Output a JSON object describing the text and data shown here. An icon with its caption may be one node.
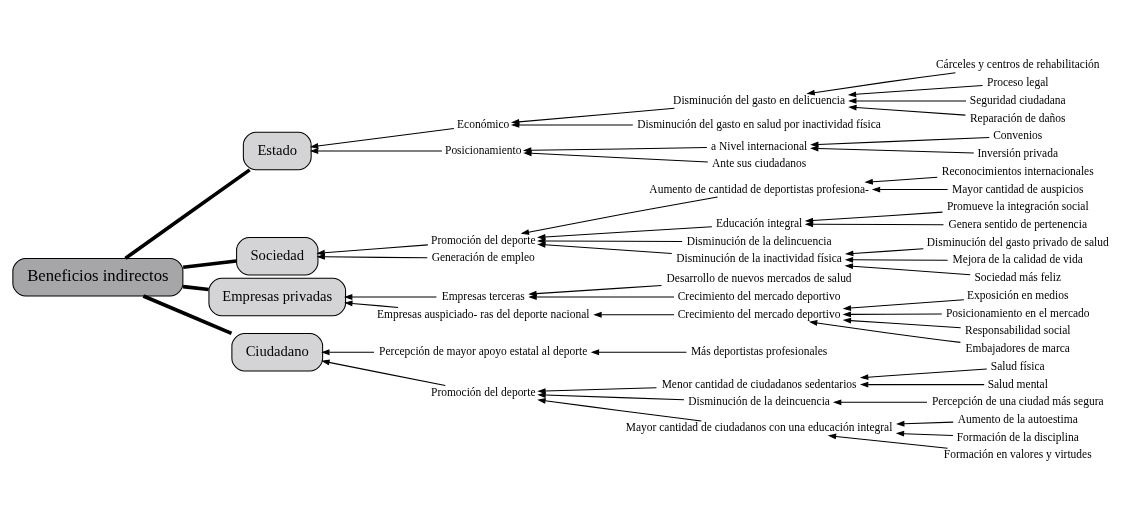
{
  "diagram": {
    "nodes": [
      {
        "text": [
          "Beneficios indirectos"
        ]
      },
      {
        "text": [
          "Estado"
        ]
      },
      {
        "text": [
          "Disminución del gasto en delicuencia"
        ]
      },
      {
        "text": [
          "Cárceles y centros de rehabilitación"
        ]
      },
      {
        "text": [
          "Proceso legal"
        ]
      },
      {
        "text": [
          "Seguridad ciudadana"
        ]
      },
      {
        "text": [
          "Reparación de daños"
        ]
      },
      {
        "text": [
          "Económico"
        ]
      },
      {
        "text": [
          "a Nivel internacional"
        ]
      },
      {
        "text": [
          "Disminución del gasto en salud por inactividad física"
        ]
      },
      {
        "text": [
          "Convenios"
        ]
      },
      {
        "text": [
          "Inversión privada"
        ]
      },
      {
        "text": [
          "Posicionamiento"
        ]
      },
      {
        "text": [
          "Ante sus ciudadanos"
        ]
      },
      {
        "text": [
          "Sociedad"
        ]
      },
      {
        "text": [
          "Aumento de cantidad de deportistas profesiona-"
        ]
      },
      {
        "text": [
          "Reconocimientos internacionales"
        ]
      },
      {
        "text": [
          "Mayor cantidad de auspicios"
        ]
      },
      {
        "text": [
          "Educación integral"
        ]
      },
      {
        "text": [
          "Promueve la integración social"
        ]
      },
      {
        "text": [
          "Genera sentido de pertenencia"
        ]
      },
      {
        "text": [
          "Promoción del deporte"
        ]
      },
      {
        "text": [
          "Disminución de la delincuencia"
        ]
      },
      {
        "text": [
          "Disminución del gasto privado de salud"
        ]
      },
      {
        "text": [
          "Mejora de la calidad de vida"
        ]
      },
      {
        "text": [
          "Sociedad más feliz"
        ]
      },
      {
        "text": [
          "Disminución de la inactividad física"
        ]
      },
      {
        "text": [
          "Generación de empleo"
        ]
      },
      {
        "text": [
          "Desarrollo de nuevos mercados de salud"
        ]
      },
      {
        "text": [
          "Empresas terceras"
        ]
      },
      {
        "text": [
          "Crecimiento del mercado deportivo"
        ]
      },
      {
        "text": [
          "Empresas auspiciado- ras del deporte nacional"
        ]
      },
      {
        "text": [
          "Exposición en medios"
        ]
      },
      {
        "text": [
          "Posicionamiento en el mercado"
        ]
      },
      {
        "text": [
          "Responsabilidad social"
        ]
      },
      {
        "text": [
          "Embajadores de marca"
        ]
      },
      {
        "text": [
          "Crecimiento del mercado deportivo"
        ]
      },
      {
        "text": [
          "Empresas privadas"
        ]
      },
      {
        "text": [
          "Percepción de mayor apoyo estatal al deporte"
        ]
      },
      {
        "text": [
          "Más deportistas profesionales"
        ]
      },
      {
        "text": [
          "Menor cantidad de ciudadanos sedentarios"
        ]
      },
      {
        "text": [
          "Salud física"
        ]
      },
      {
        "text": [
          "Salud mental"
        ]
      },
      {
        "text": [
          "Disminución de la deincuencia"
        ]
      },
      {
        "text": [
          "Percepción de una ciudad más segura"
        ]
      },
      {
        "text": [
          "Promoción del deporte"
        ]
      },
      {
        "text": [
          "Aumento de la autoestima"
        ]
      },
      {
        "text": [
          "Formación de la disciplina"
        ]
      },
      {
        "text": [
          "Formación en valores y virtudes"
        ]
      },
      {
        "text": [
          "Mayor cantidad de ciudadanos con una educación integral"
        ]
      },
      {
        "text": [
          "Ciudadano"
        ]
      }
    ],
    "edges": [
      {
        "from": 1,
        "to": 0,
        "arrow": "none",
        "style": "thick"
      },
      {
        "from": 7,
        "to": 1,
        "arrow": "to"
      },
      {
        "from": 2,
        "to": 7,
        "arrow": "to"
      },
      {
        "from": 3,
        "to": 2,
        "arrow": "to"
      },
      {
        "from": 4,
        "to": 2,
        "arrow": "to"
      },
      {
        "from": 5,
        "to": 2,
        "arrow": "to"
      },
      {
        "from": 6,
        "to": 2,
        "arrow": "to"
      },
      {
        "from": 9,
        "to": 7,
        "arrow": "to"
      },
      {
        "from": 12,
        "to": 1,
        "arrow": "to"
      },
      {
        "from": 8,
        "to": 12,
        "arrow": "to"
      },
      {
        "from": 10,
        "to": 8,
        "arrow": "to"
      },
      {
        "from": 11,
        "to": 8,
        "arrow": "to"
      },
      {
        "from": 13,
        "to": 12,
        "arrow": "to"
      },
      {
        "from": 14,
        "to": 0,
        "arrow": "none",
        "style": "thick"
      },
      {
        "from": 21,
        "to": 14,
        "arrow": "to"
      },
      {
        "from": 15,
        "to": 21,
        "arrow": "to"
      },
      {
        "from": 16,
        "to": 15,
        "arrow": "to"
      },
      {
        "from": 17,
        "to": 15,
        "arrow": "to"
      },
      {
        "from": 18,
        "to": 21,
        "arrow": "to"
      },
      {
        "from": 19,
        "to": 18,
        "arrow": "to"
      },
      {
        "from": 20,
        "to": 18,
        "arrow": "to"
      },
      {
        "from": 22,
        "to": 21,
        "arrow": "to"
      },
      {
        "from": 26,
        "to": 21,
        "arrow": "to"
      },
      {
        "from": 23,
        "to": 26,
        "arrow": "to"
      },
      {
        "from": 24,
        "to": 26,
        "arrow": "to"
      },
      {
        "from": 25,
        "to": 26,
        "arrow": "to"
      },
      {
        "from": 27,
        "to": 14,
        "arrow": "to"
      },
      {
        "from": 37,
        "to": 0,
        "arrow": "none",
        "style": "thick"
      },
      {
        "from": 29,
        "to": 37,
        "arrow": "to"
      },
      {
        "from": 28,
        "to": 29,
        "arrow": "to"
      },
      {
        "from": 30,
        "to": 29,
        "arrow": "to"
      },
      {
        "from": 31,
        "to": 37,
        "arrow": "to"
      },
      {
        "from": 36,
        "to": 31,
        "arrow": "to"
      },
      {
        "from": 32,
        "to": 36,
        "arrow": "to"
      },
      {
        "from": 33,
        "to": 36,
        "arrow": "to"
      },
      {
        "from": 34,
        "to": 36,
        "arrow": "to"
      },
      {
        "from": 35,
        "to": 36,
        "arrow": "to"
      },
      {
        "from": 50,
        "to": 0,
        "arrow": "none",
        "style": "thick"
      },
      {
        "from": 38,
        "to": 50,
        "arrow": "to"
      },
      {
        "from": 39,
        "to": 38,
        "arrow": "to"
      },
      {
        "from": 45,
        "to": 50,
        "arrow": "to"
      },
      {
        "from": 40,
        "to": 45,
        "arrow": "to"
      },
      {
        "from": 41,
        "to": 40,
        "arrow": "to"
      },
      {
        "from": 42,
        "to": 40,
        "arrow": "to"
      },
      {
        "from": 43,
        "to": 45,
        "arrow": "to"
      },
      {
        "from": 44,
        "to": 43,
        "arrow": "to"
      },
      {
        "from": 49,
        "to": 45,
        "arrow": "to"
      },
      {
        "from": 46,
        "to": 49,
        "arrow": "to"
      },
      {
        "from": 47,
        "to": 49,
        "arrow": "to"
      },
      {
        "from": 48,
        "to": 49,
        "arrow": "to"
      }
    ]
  }
}
